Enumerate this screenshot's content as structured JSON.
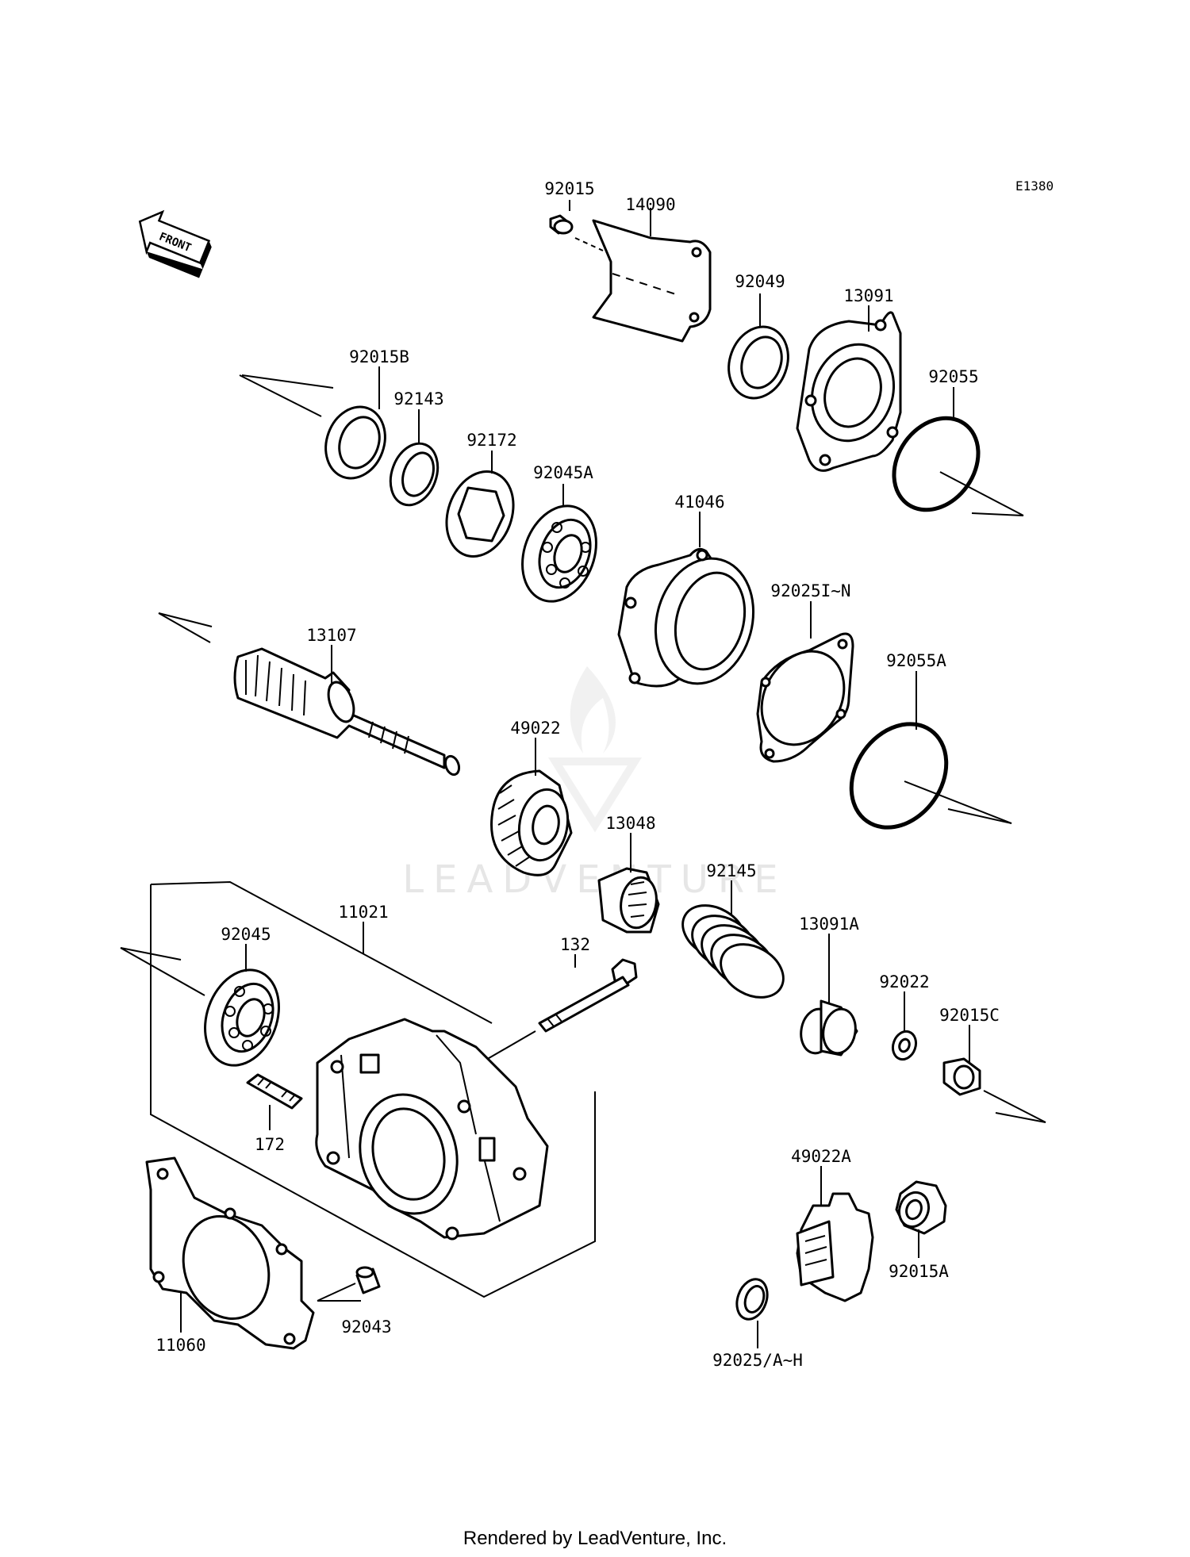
{
  "diagram_code": "E1380",
  "front_arrow_label": "FRONT",
  "watermark": "LEADVENTURE",
  "footer": "Rendered by LeadVenture, Inc.",
  "parts": [
    {
      "id": "p-92015",
      "label": "92015"
    },
    {
      "id": "p-14090",
      "label": "14090"
    },
    {
      "id": "p-92049",
      "label": "92049"
    },
    {
      "id": "p-13091",
      "label": "13091"
    },
    {
      "id": "p-92055",
      "label": "92055"
    },
    {
      "id": "p-92015B",
      "label": "92015B"
    },
    {
      "id": "p-92143",
      "label": "92143"
    },
    {
      "id": "p-92172",
      "label": "92172"
    },
    {
      "id": "p-92045A",
      "label": "92045A"
    },
    {
      "id": "p-41046",
      "label": "41046"
    },
    {
      "id": "p-92025IN",
      "label": "92025I~N"
    },
    {
      "id": "p-92055A",
      "label": "92055A"
    },
    {
      "id": "p-13107",
      "label": "13107"
    },
    {
      "id": "p-49022",
      "label": "49022"
    },
    {
      "id": "p-13048",
      "label": "13048"
    },
    {
      "id": "p-92145",
      "label": "92145"
    },
    {
      "id": "p-13091A",
      "label": "13091A"
    },
    {
      "id": "p-11021",
      "label": "11021"
    },
    {
      "id": "p-92045",
      "label": "92045"
    },
    {
      "id": "p-132",
      "label": "132"
    },
    {
      "id": "p-92022",
      "label": "92022"
    },
    {
      "id": "p-92015C",
      "label": "92015C"
    },
    {
      "id": "p-172",
      "label": "172"
    },
    {
      "id": "p-49022A",
      "label": "49022A"
    },
    {
      "id": "p-92015A",
      "label": "92015A"
    },
    {
      "id": "p-11060",
      "label": "11060"
    },
    {
      "id": "p-92043",
      "label": "92043"
    },
    {
      "id": "p-92025AH",
      "label": "92025/A~H"
    }
  ]
}
